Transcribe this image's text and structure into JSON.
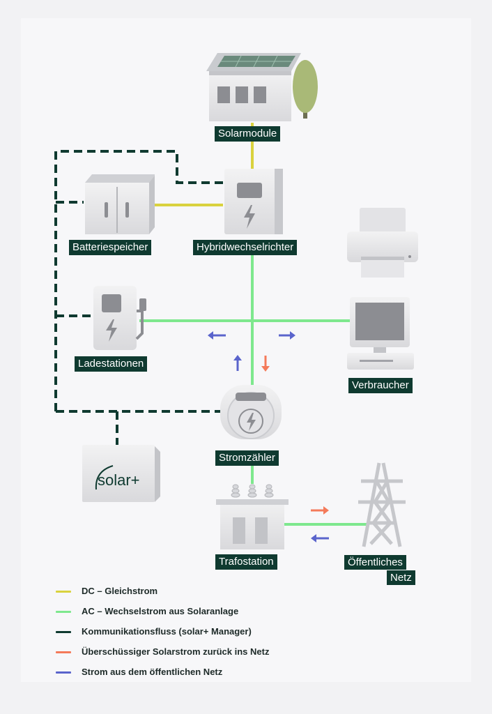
{
  "colors": {
    "dc": "#d9d23e",
    "ac": "#7ee88e",
    "communication": "#0f3a30",
    "export": "#f47a5a",
    "import": "#5a64cc",
    "label_bg": "#0f3a30"
  },
  "nodes": {
    "solarmodule": "Solarmodule",
    "batteriespeicher": "Batteriespeicher",
    "hybridwechselrichter": "Hybridwechselrichter",
    "ladestationen": "Ladestationen",
    "verbraucher": "Verbraucher",
    "stromzaehler": "Stromzähler",
    "solarplus_box": "solar+",
    "trafostation": "Trafostation",
    "oeffentliches_netz_line1": "Öffentliches",
    "oeffentliches_netz_line2": "Netz"
  },
  "legend": [
    {
      "color": "#d9d23e",
      "label": "DC – Gleichstrom"
    },
    {
      "color": "#7ee88e",
      "label": "AC – Wechselstrom aus Solaranlage"
    },
    {
      "color": "#0f3a30",
      "label": "Kommunikationsfluss (solar+ Manager)"
    },
    {
      "color": "#f47a5a",
      "label": "Überschüssiger Solarstrom zurück ins Netz"
    },
    {
      "color": "#5a64cc",
      "label": "Strom aus dem öffentlichen Netz"
    }
  ]
}
